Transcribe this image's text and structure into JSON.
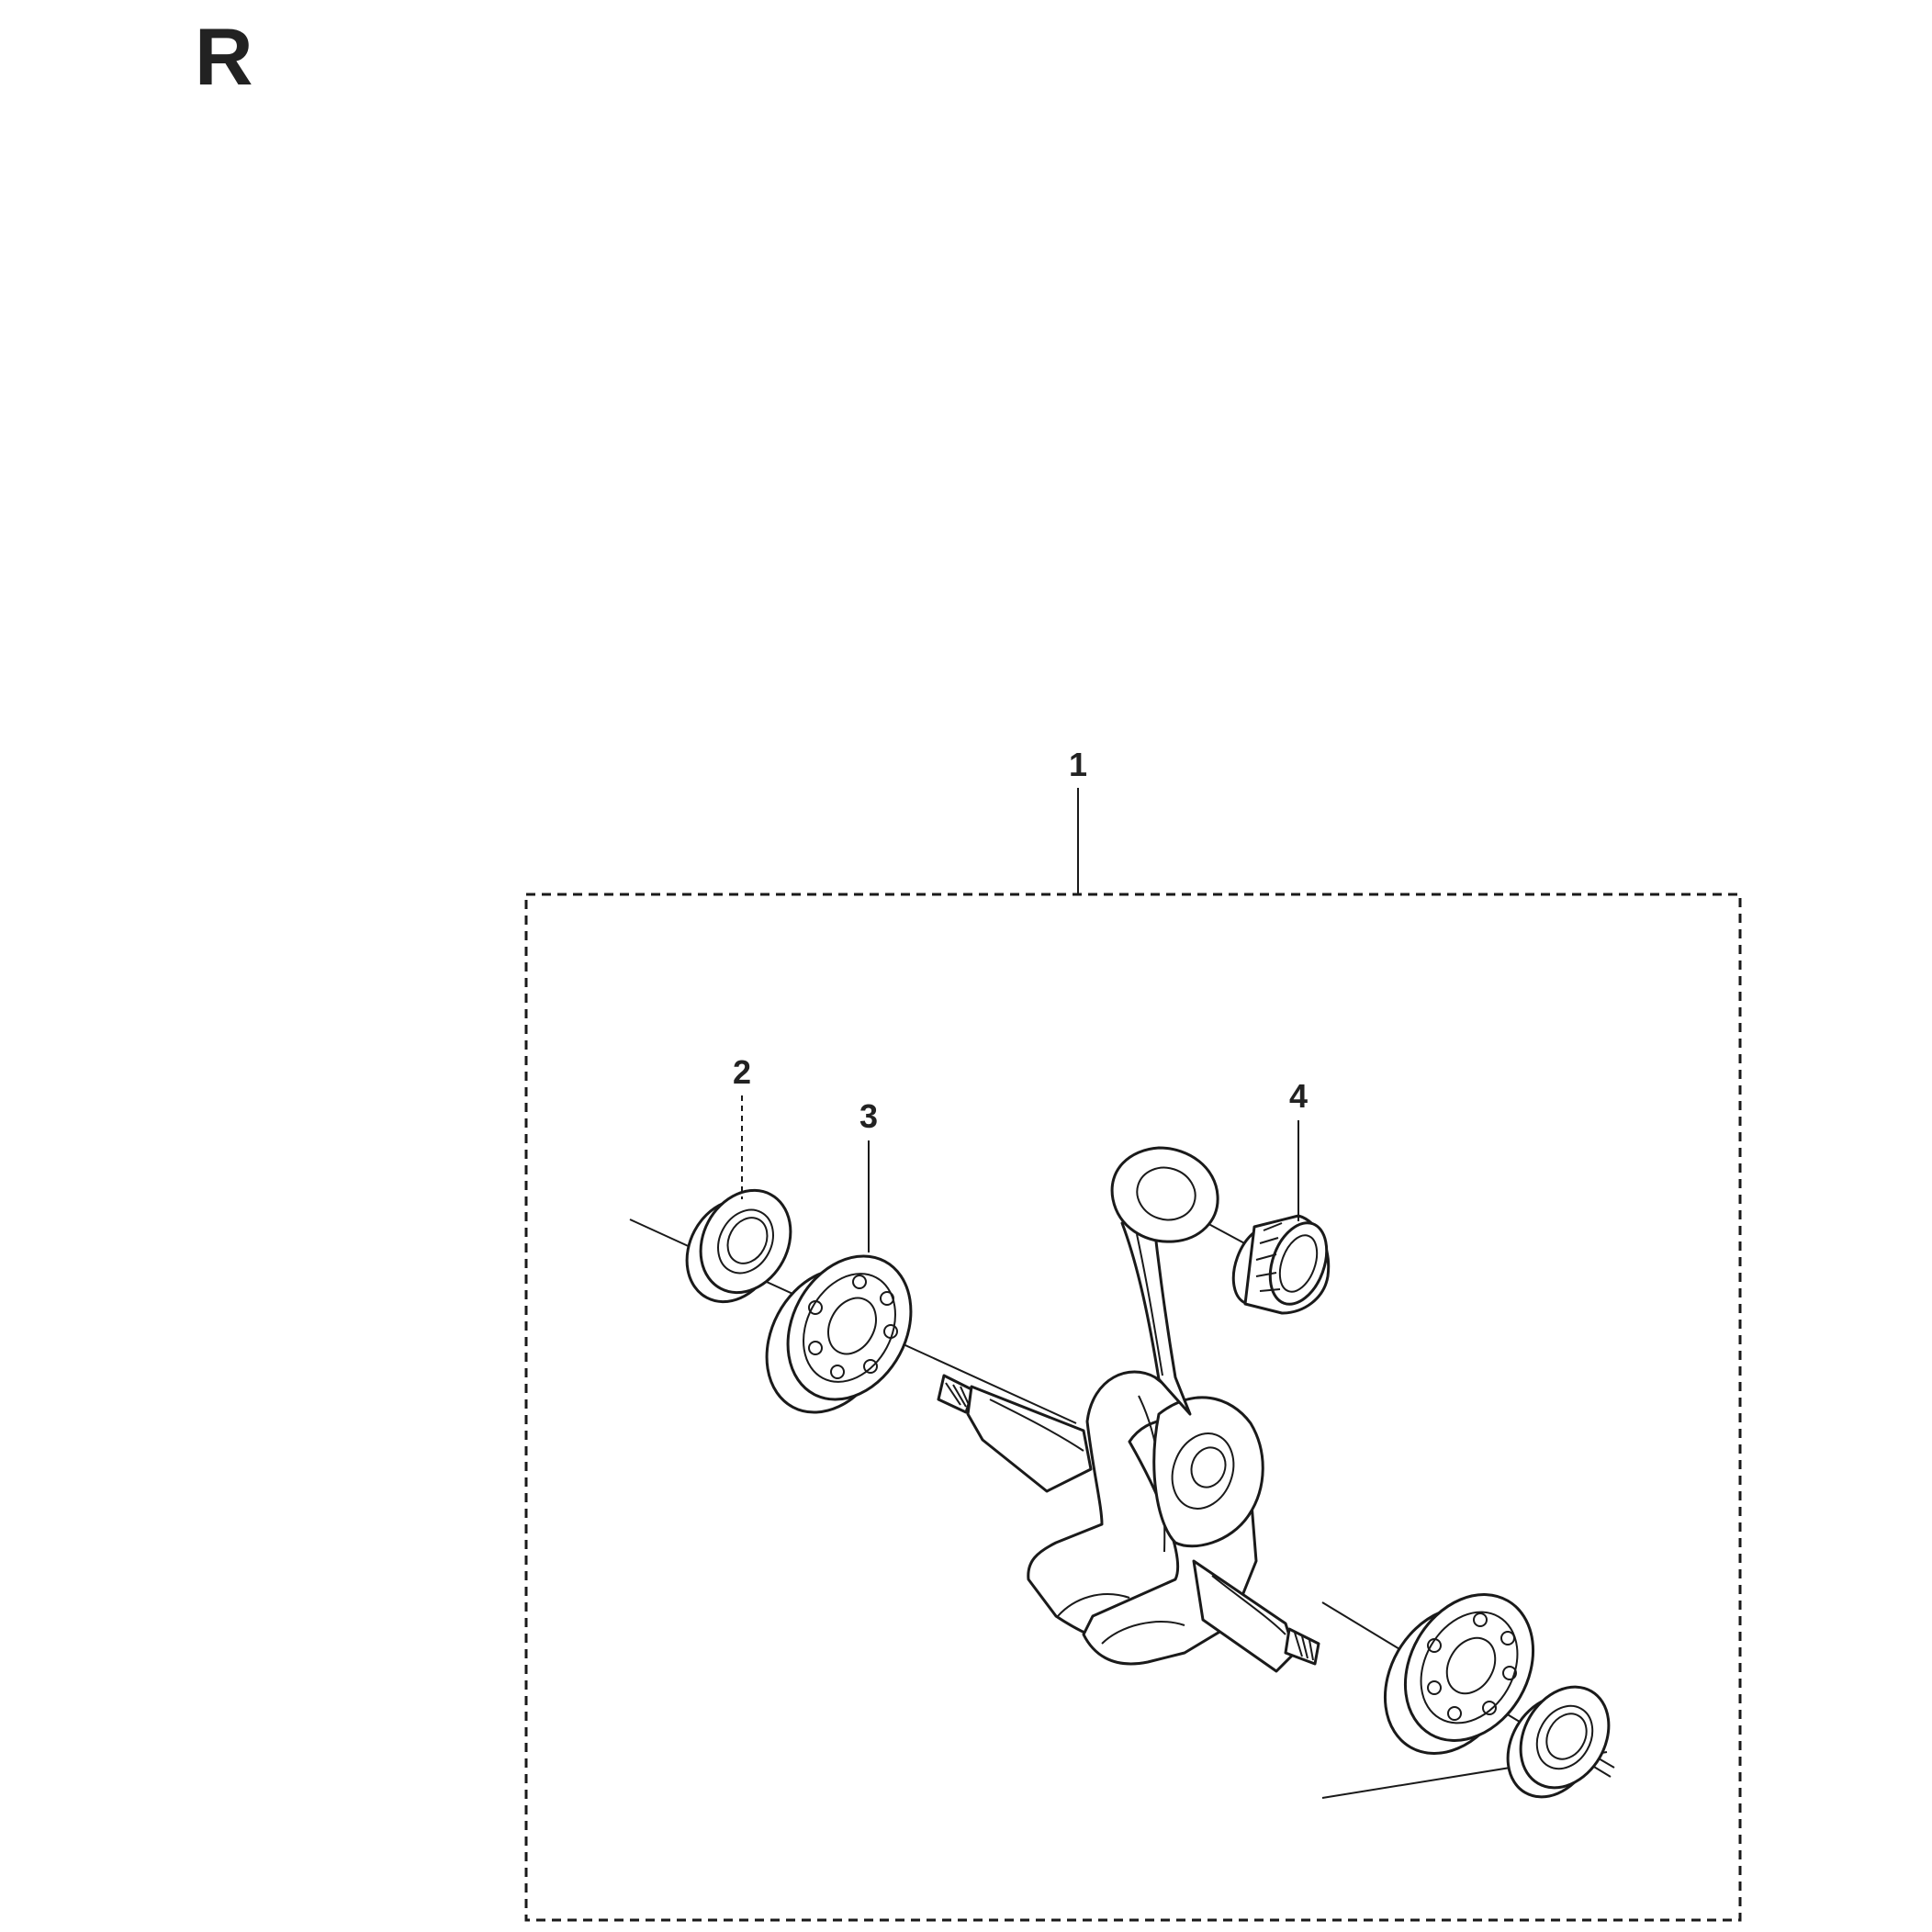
{
  "section": {
    "letter": "R"
  },
  "callouts": {
    "assembly": "1",
    "seal": "2",
    "bearing": "3",
    "needle_bearing": "4"
  },
  "colors": {
    "ink": "#1a1a1a",
    "background": "#ffffff"
  }
}
